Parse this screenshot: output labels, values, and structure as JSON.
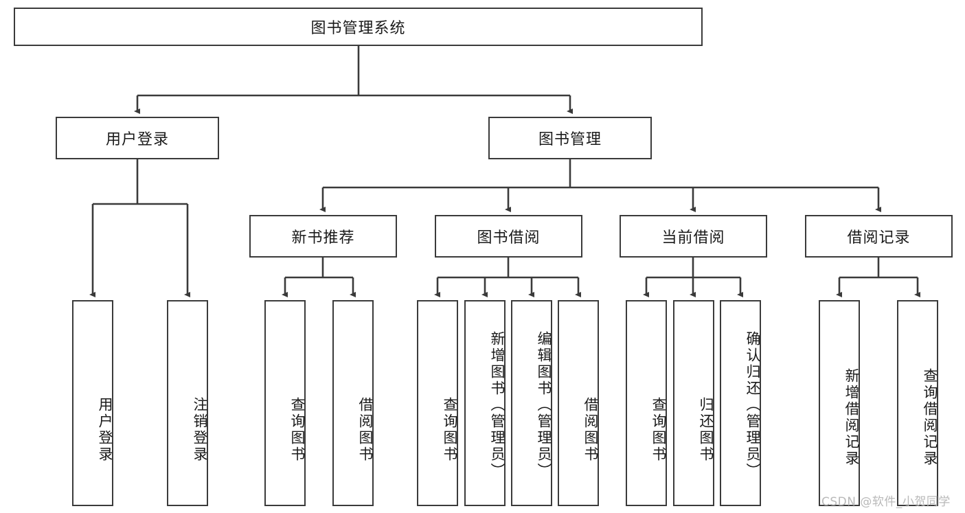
{
  "diagram": {
    "type": "tree-hierarchy",
    "title": "图书管理系统",
    "root": {
      "label": "图书管理系统"
    },
    "level1": [
      {
        "label": "用户登录"
      },
      {
        "label": "图书管理"
      }
    ],
    "level2": [
      {
        "label": "新书推荐"
      },
      {
        "label": "图书借阅"
      },
      {
        "label": "当前借阅"
      },
      {
        "label": "借阅记录"
      }
    ],
    "leaves": {
      "user_login": [
        {
          "label": "用户登录"
        },
        {
          "label": "注销登录"
        }
      ],
      "new_book_recommend": [
        {
          "label": "查询图书"
        },
        {
          "label": "借阅图书"
        }
      ],
      "book_borrow": [
        {
          "label": "查询图书"
        },
        {
          "label": "新增图书（管理员）"
        },
        {
          "label": "编辑图书（管理员）"
        },
        {
          "label": "借阅图书"
        }
      ],
      "current_borrow": [
        {
          "label": "查询图书"
        },
        {
          "label": "归还图书"
        },
        {
          "label": "确认归还（管理员）"
        }
      ],
      "borrow_record": [
        {
          "label": "新增借阅记录"
        },
        {
          "label": "查询借阅记录"
        }
      ]
    }
  },
  "watermark": {
    "text": "CSDN @软件_小贺同学"
  },
  "colors": {
    "stroke": "#3a3a3a",
    "background": "#ffffff",
    "text": "#1a1a1a",
    "watermark": "#b9b9b9"
  }
}
